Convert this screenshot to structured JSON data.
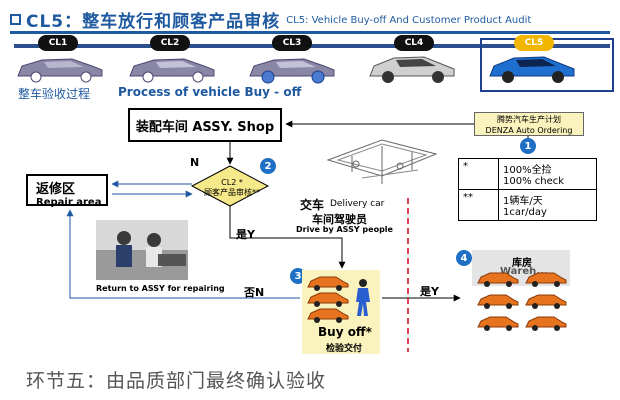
{
  "header": {
    "title": "CL5：整车放行和顾客产品审核",
    "subtitle": "CL5: Vehicle Buy-off And Customer Product Audit"
  },
  "stages": [
    {
      "label": "CL1",
      "active": false
    },
    {
      "label": "CL2",
      "active": false
    },
    {
      "label": "CL3",
      "active": false
    },
    {
      "label": "CL4",
      "active": false
    },
    {
      "label": "CL5",
      "active": true
    }
  ],
  "strip": {
    "cn": "整车验收过程",
    "en": "Process of vehicle Buy - off"
  },
  "flow": {
    "assy_shop": "装配车间  ASSY. Shop",
    "denza_cn": "腾势汽车生产计划",
    "denza_en": "DENZA Auto Ordering",
    "repair_cn": "返修区",
    "repair_en": "Repair area",
    "audit_line1": "CL2 *",
    "audit_line2": "顾客产品审核**",
    "label_n": "N",
    "label_yes": "是Y",
    "label_no": "否N",
    "label_yes2": "是Y",
    "delivery_cn": "交车",
    "delivery_en": "Delivery car",
    "driver_cn": "车间驾驶员",
    "driver_en": "Drive by ASSY people",
    "return_label": "Return to ASSY for repairing",
    "buyoff_en": "Buy off*",
    "buyoff_cn": "检验交付",
    "warehouse_cn": "库房",
    "warehouse_en": "Wareh...",
    "numbers": [
      "1",
      "2",
      "3",
      "4"
    ]
  },
  "table": [
    {
      "key": "*",
      "value_cn": "100%全捡",
      "value_en": "100% check"
    },
    {
      "key": "**",
      "value_cn": "1辆车/天",
      "value_en": "1car/day"
    }
  ],
  "footer": "环节五：由品质部门最终确认验收",
  "colors": {
    "brand_blue": "#1f5aa0",
    "badge_blue": "#1f6fc4",
    "cl5_gold": "#f2b600",
    "note_yellow": "#fbf3bd",
    "car_orange": "#e8731f",
    "dash_red": "#d0021b"
  }
}
